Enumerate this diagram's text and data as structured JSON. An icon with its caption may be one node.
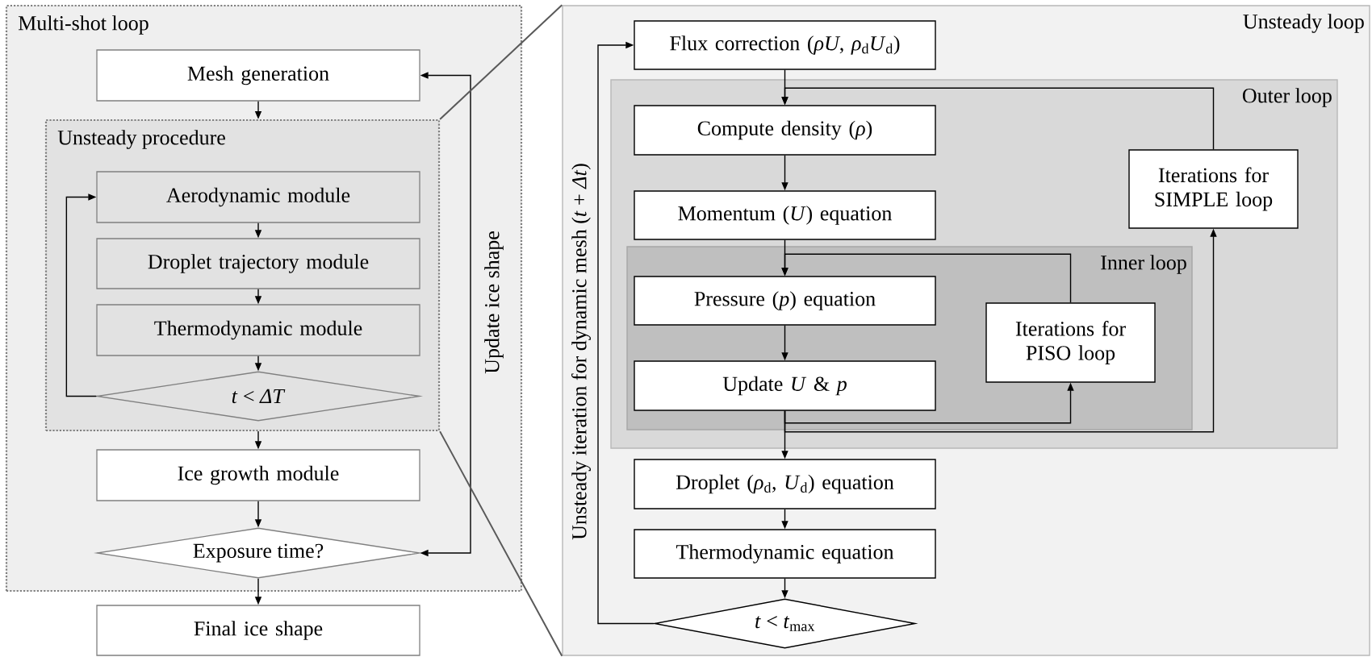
{
  "diagram": {
    "nodes": [
      {
        "text": [
          "Multi-shot loop"
        ]
      },
      {
        "text": [
          "Mesh generation"
        ],
        "in": 0
      },
      {
        "text": [
          "Unsteady procedure"
        ],
        "in": 0
      },
      {
        "text": [
          "Aerodynamic module"
        ],
        "in": 2
      },
      {
        "text": [
          "Droplet trajectory module"
        ],
        "in": 2
      },
      {
        "text": [
          "Thermodynamic module"
        ],
        "in": 2
      },
      {
        "text": [
          "*t* <  *ΔT*"
        ],
        "in": 2
      },
      {
        "text": [
          "Ice growth module"
        ],
        "in": 0
      },
      {
        "text": [
          "Exposure time?"
        ],
        "in": 0
      },
      {
        "text": [
          "Final ice shape"
        ]
      },
      {
        "text": [
          "Unsteady loop"
        ]
      },
      {
        "text": [
          "Flux correction (*ρU*, *ρ*$_{d}$*U*$_{d}$)"
        ],
        "in": 10
      },
      {
        "text": [
          "Outer loop"
        ],
        "in": 10
      },
      {
        "text": [
          "Compute density (*ρ*)"
        ],
        "in": 12
      },
      {
        "text": [
          "Momentum (*U*) equation"
        ],
        "in": 12
      },
      {
        "text": [
          "Inner loop"
        ],
        "in": 12
      },
      {
        "text": [
          "Pressure (*p*) equation"
        ],
        "in": 15
      },
      {
        "text": [
          "Update *U* & *p*"
        ],
        "in": 15
      },
      {
        "text": [
          "Iterations for PISO loop"
        ],
        "in": 15
      },
      {
        "text": [
          "Iterations for SIMPLE loop"
        ],
        "in": 12
      },
      {
        "text": [
          "Droplet (*ρ*$_{d}$, *U*$_{d}$) equation"
        ],
        "in": 10
      },
      {
        "text": [
          "Thermodynamic equation"
        ],
        "in": 10
      },
      {
        "text": [
          "*t* < *t*$_{max}$"
        ],
        "in": 10
      }
    ],
    "edges": [
      {
        "from": 1,
        "to": 2,
        "arrow": "to"
      },
      {
        "from": 3,
        "to": 4,
        "arrow": "to"
      },
      {
        "from": 4,
        "to": 5,
        "arrow": "to"
      },
      {
        "from": 5,
        "to": 6,
        "arrow": "to"
      },
      {
        "from": 6,
        "to": 3,
        "arrow": "to"
      },
      {
        "from": 2,
        "to": 7,
        "arrow": "to"
      },
      {
        "from": 7,
        "to": 8,
        "arrow": "to"
      },
      {
        "from": 8,
        "to": 1,
        "arrow": "both",
        "label": "Update ice shape"
      },
      {
        "from": 8,
        "to": 9,
        "arrow": "to"
      },
      {
        "from": 11,
        "to": 13,
        "arrow": "to"
      },
      {
        "from": 13,
        "to": 14,
        "arrow": "to"
      },
      {
        "from": 14,
        "to": 16,
        "arrow": "to"
      },
      {
        "from": 16,
        "to": 17,
        "arrow": "to"
      },
      {
        "from": 17,
        "to": 18,
        "arrow": "to"
      },
      {
        "from": 18,
        "to": 16,
        "arrow": "to"
      },
      {
        "from": 17,
        "to": 19,
        "arrow": "to"
      },
      {
        "from": 19,
        "to": 13,
        "arrow": "to"
      },
      {
        "from": 17,
        "to": 20,
        "arrow": "to"
      },
      {
        "from": 20,
        "to": 21,
        "arrow": "to"
      },
      {
        "from": 21,
        "to": 22,
        "arrow": "to"
      },
      {
        "from": 22,
        "to": 11,
        "arrow": "to",
        "label": "Unsteady iteration for dynamic mesh (*t* + *Δt*)"
      },
      {
        "from": 2,
        "to": 10,
        "arrow": "none",
        "color": "#595959"
      },
      {
        "from": 2,
        "to": 10,
        "arrow": "none",
        "color": "#595959"
      }
    ]
  }
}
